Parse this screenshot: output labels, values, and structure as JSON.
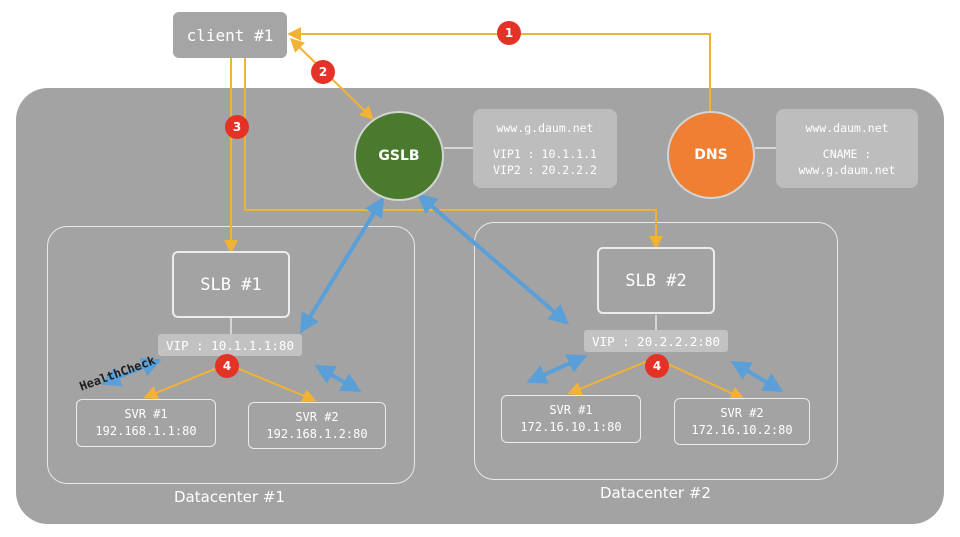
{
  "client": {
    "label": "client #1"
  },
  "gslb": {
    "label": "GSLB",
    "color": "#4a7a2e"
  },
  "dns": {
    "label": "DNS",
    "color": "#ee7f33"
  },
  "gslb_info": {
    "line1": "www.g.daum.net",
    "line2": "VIP1 : 10.1.1.1",
    "line3": "VIP2 : 20.2.2.2"
  },
  "dns_info": {
    "line1": "www.daum.net",
    "line2": "CNAME :",
    "line3": "www.g.daum.net"
  },
  "datacenters": [
    {
      "label": "Datacenter #1",
      "slb": "SLB #1",
      "vip": "VIP : 10.1.1.1:80",
      "servers": [
        {
          "name": "SVR #1",
          "addr": "192.168.1.1:80"
        },
        {
          "name": "SVR #2",
          "addr": "192.168.1.2:80"
        }
      ]
    },
    {
      "label": "Datacenter #2",
      "slb": "SLB #2",
      "vip": "VIP : 20.2.2.2:80",
      "servers": [
        {
          "name": "SVR #1",
          "addr": "172.16.10.1:80"
        },
        {
          "name": "SVR #2",
          "addr": "172.16.10.2:80"
        }
      ]
    }
  ],
  "healthcheck_label": "HealthCheck",
  "steps": [
    "1",
    "2",
    "3",
    "4",
    "4"
  ],
  "colors": {
    "panel": "#a3a3a3",
    "flow_arrow": "#f2b234",
    "healthcheck_arrow": "#5a9fd8",
    "step_badge": "#e53226"
  }
}
